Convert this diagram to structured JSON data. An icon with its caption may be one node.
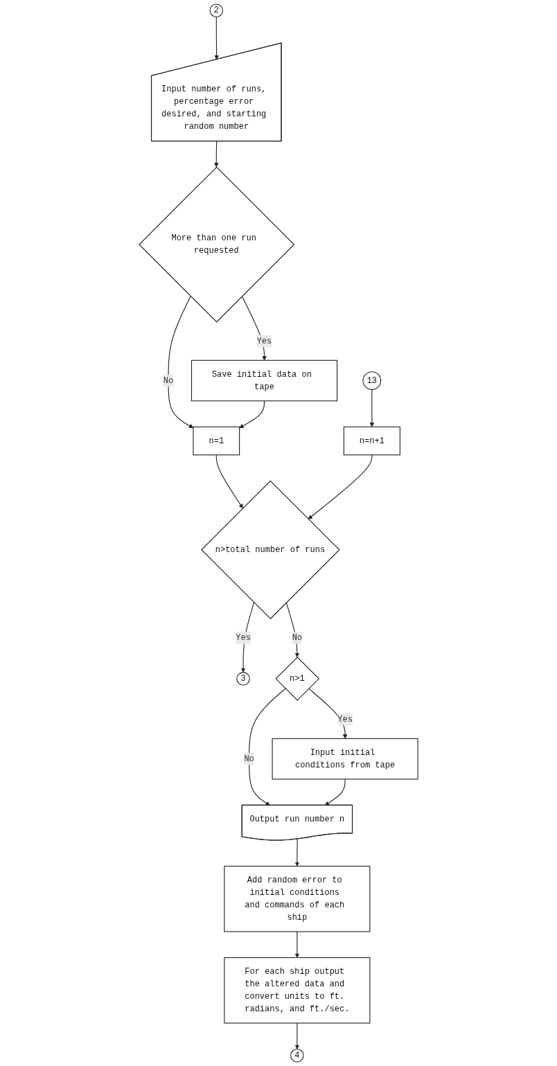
{
  "diagram": {
    "nodes": [
      {
        "text": [
          "2"
        ]
      },
      {
        "text": [
          "Input number of runs, percentage error desired, and starting random number"
        ]
      },
      {
        "text": [
          "More than one run requested"
        ]
      },
      {
        "text": [
          "Save initial data on tape"
        ]
      },
      {
        "text": [
          "n=1"
        ]
      },
      {
        "text": [
          "n=n+1"
        ]
      },
      {
        "text": [
          "n>total number of runs"
        ]
      },
      {
        "text": [
          "3"
        ]
      },
      {
        "text": [
          "13"
        ]
      },
      {
        "text": [
          "n>1"
        ]
      },
      {
        "text": [
          "Input initial conditions from tape"
        ]
      },
      {
        "text": [
          "Output run number n"
        ]
      },
      {
        "text": [
          "Add random error to initial conditions and commands of each ship"
        ]
      },
      {
        "text": [
          "For each ship output the altered data and convert units to ft. radians, and ft./sec."
        ]
      },
      {
        "text": [
          "4"
        ]
      }
    ],
    "edges": [
      {
        "from": 0,
        "to": 1,
        "arrow": "to"
      },
      {
        "from": 1,
        "to": 2,
        "arrow": "to"
      },
      {
        "from": 2,
        "to": 3,
        "label": "Yes",
        "arrow": "to"
      },
      {
        "from": 2,
        "to": 4,
        "label": "No",
        "arrow": "to"
      },
      {
        "from": 3,
        "to": 4,
        "arrow": "to"
      },
      {
        "from": 4,
        "to": 6,
        "arrow": "to"
      },
      {
        "from": 5,
        "to": 6,
        "arrow": "to"
      },
      {
        "from": 8,
        "to": 5,
        "arrow": "to"
      },
      {
        "from": 6,
        "to": 7,
        "label": "Yes",
        "arrow": "to"
      },
      {
        "from": 6,
        "to": 9,
        "label": "No",
        "arrow": "to"
      },
      {
        "from": 9,
        "to": 10,
        "label": "Yes",
        "arrow": "to"
      },
      {
        "from": 9,
        "to": 11,
        "label": "No",
        "arrow": "to"
      },
      {
        "from": 10,
        "to": 11,
        "arrow": "to"
      },
      {
        "from": 11,
        "to": 12,
        "arrow": "to"
      },
      {
        "from": 12,
        "to": 13,
        "arrow": "to"
      },
      {
        "from": 13,
        "to": 14,
        "arrow": "to"
      }
    ]
  }
}
